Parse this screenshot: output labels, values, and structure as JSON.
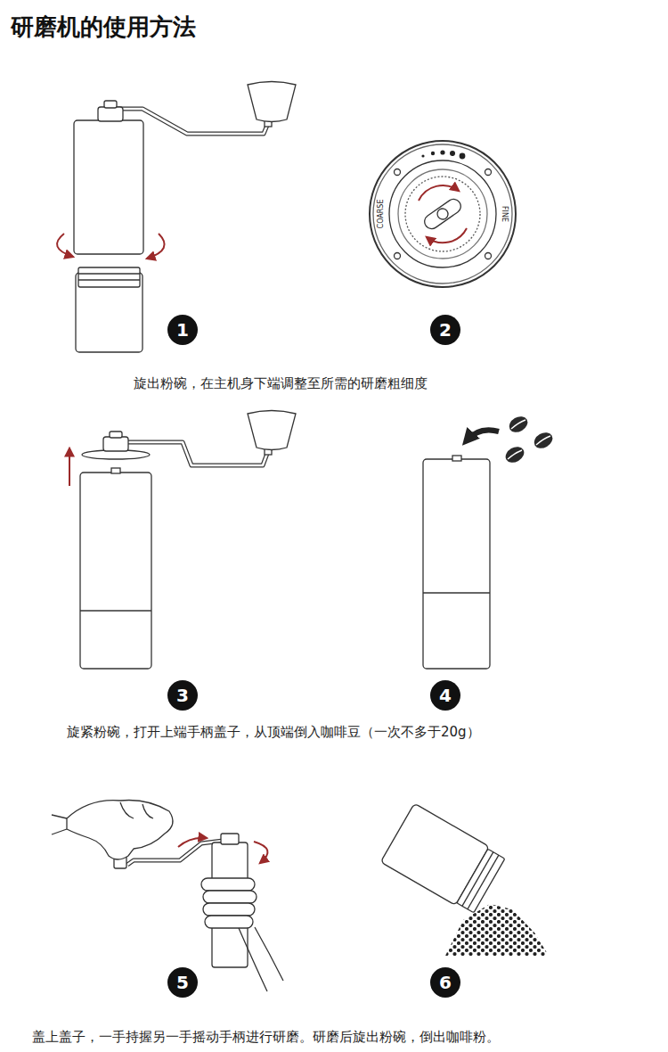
{
  "diagram": {
    "title": "研磨机的使用方法",
    "nodes": [
      {
        "text": [
          "1"
        ]
      },
      {
        "text": [
          "2"
        ]
      },
      {
        "text": [
          "3"
        ]
      },
      {
        "text": [
          "4"
        ]
      },
      {
        "text": [
          "5"
        ]
      },
      {
        "text": [
          "6"
        ]
      }
    ],
    "labels": [
      "COARSE",
      "FINE",
      "旋出粉碗，在主机身下端调整至所需的研磨粗细度",
      "旋紧粉碗，打开上端手柄盖子，从顶端倒入咖啡豆（一次不多于20g）",
      "盖上盖子，一手持握另一手摇动手柄进行研磨。研磨后旋出粉碗，倒出咖啡粉。"
    ]
  }
}
